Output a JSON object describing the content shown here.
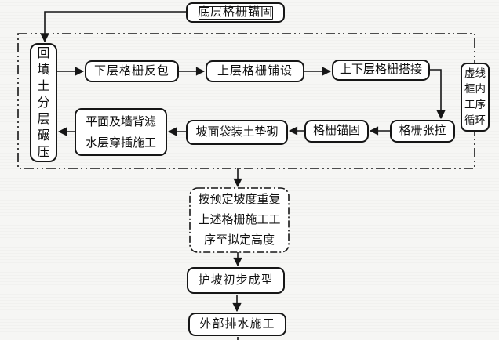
{
  "diagram": {
    "title_hint": "geogrid reinforced slope construction process flowchart",
    "nodes": {
      "bottom_grid_anchor": "底层格栅锚固",
      "backfill_compaction": "回\n填\n土\n分\n层\n碾\n压",
      "lower_grid_wrap": "下层格栅反包",
      "upper_grid_lay": "上层格栅铺设",
      "grid_overlap": "上下层格栅搭接",
      "grid_tension": "格栅张拉",
      "grid_anchor": "格栅锚固",
      "slope_bagged_soil": "坡面袋装土垫砌",
      "filter_layer_work": "平面及墙背滤\n水层穿插施工",
      "loop_note": "虚线\n框内\n工序\n循环",
      "repeat_process": "按预定坡度重复\n上述格栅施工工\n序至拟定高度",
      "slope_initial_form": "护坡初步成型",
      "external_drainage": "外部排水施工"
    }
  },
  "colors": {
    "line": "#161616",
    "box_fill": "#ffffff",
    "text": "#111111",
    "background": "#f4f4f2"
  }
}
